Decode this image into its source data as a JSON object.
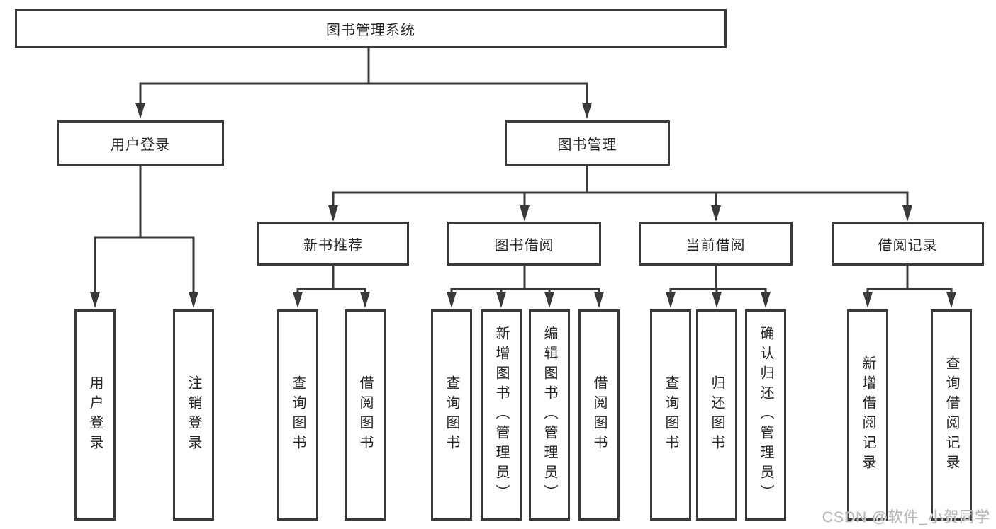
{
  "diagram": {
    "colors": {
      "line": "#3a3a3a",
      "text": "#262626",
      "background": "#ffffff",
      "watermark": "#b5b5b5"
    },
    "root": {
      "label": "图书管理系统"
    },
    "login": {
      "label": "用户登录",
      "children": [
        {
          "label": "用户登录"
        },
        {
          "label": "注销登录"
        }
      ]
    },
    "manage": {
      "label": "图书管理",
      "sections": [
        {
          "label": "新书推荐",
          "children": [
            {
              "label": "查询图书"
            },
            {
              "label": "借阅图书"
            }
          ]
        },
        {
          "label": "图书借阅",
          "children": [
            {
              "label": "查询图书"
            },
            {
              "label": "新增图书（管理员）"
            },
            {
              "label": "编辑图书（管理员）"
            },
            {
              "label": "借阅图书"
            }
          ]
        },
        {
          "label": "当前借阅",
          "children": [
            {
              "label": "查询图书"
            },
            {
              "label": "归还图书"
            },
            {
              "label": "确认归还（管理员）"
            }
          ]
        },
        {
          "label": "借阅记录",
          "children": [
            {
              "label": "新增借阅记录"
            },
            {
              "label": "查询借阅记录"
            }
          ]
        }
      ]
    },
    "watermark": "CSDN @软件_小贺同学"
  }
}
